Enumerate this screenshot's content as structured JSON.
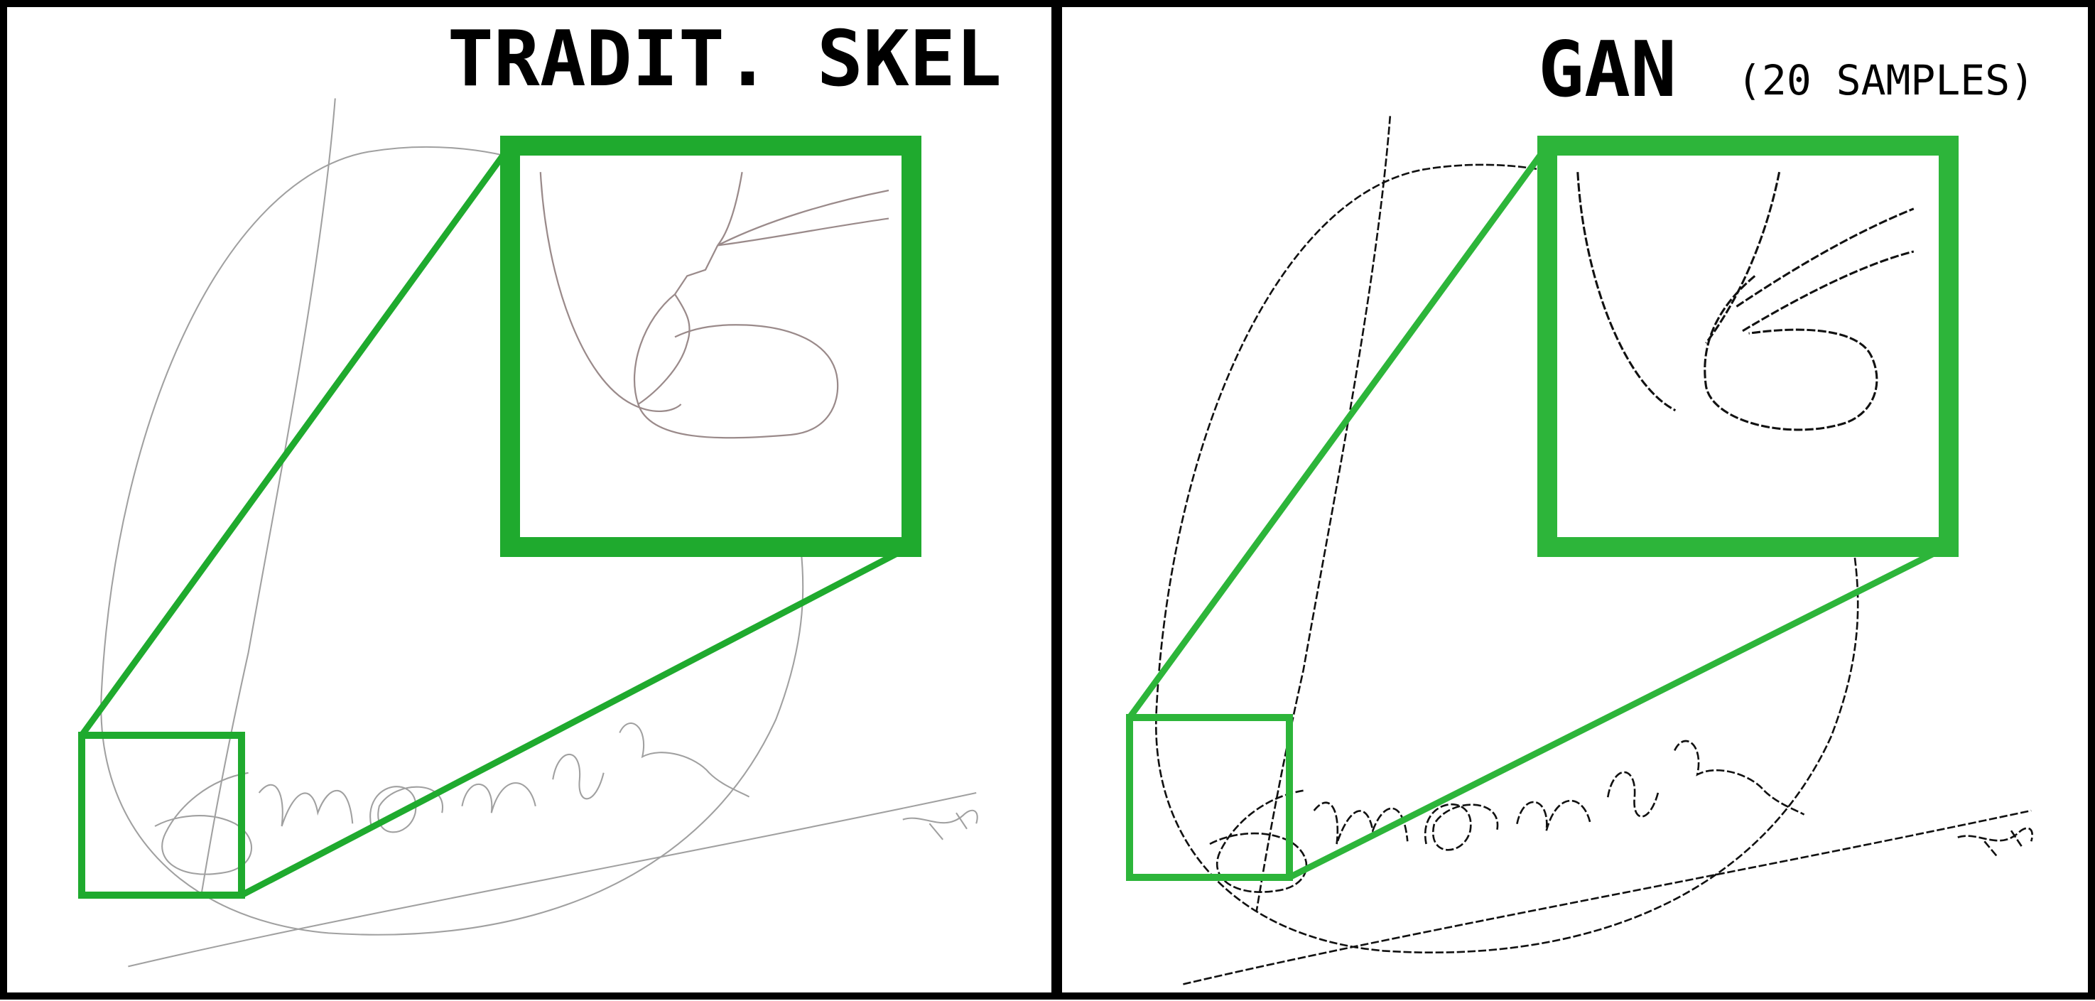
{
  "panels": [
    {
      "id": "left",
      "title": "TRADIT. SKEL",
      "subtitle": "",
      "stroke_color": "#9a9a9a"
    },
    {
      "id": "right",
      "title": "GAN",
      "subtitle": "(20 SAMPLES)",
      "stroke_color": "#111111"
    }
  ],
  "colors": {
    "frame": "#000000",
    "zoom_box": "#1faa2e",
    "zoom_box_right": "#2db53a",
    "background": "#ffffff"
  }
}
